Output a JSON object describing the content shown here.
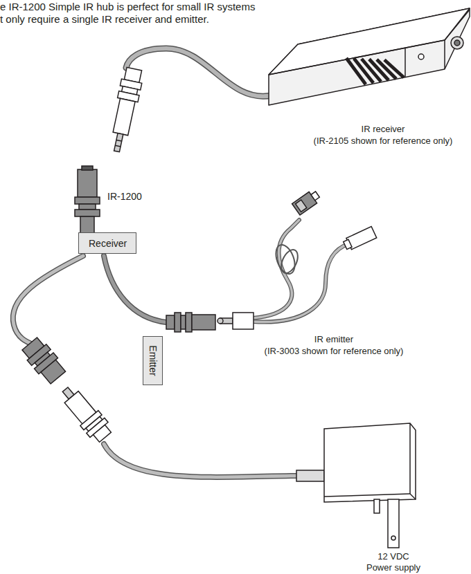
{
  "diagram": {
    "nodes": [
      {
        "text": [
          "Receiver"
        ]
      },
      {
        "text": [
          "Emitter"
        ]
      }
    ],
    "labels": [
      "e IR-1200 Simple IR hub is perfect for small IR systems",
      "t only require a single IR receiver and emitter.",
      "IR receiver",
      "(IR-2105 shown for reference only)",
      "IR-1200",
      "IR emitter",
      "(IR-3003 shown for reference only)",
      "12 VDC",
      "Power supply"
    ]
  }
}
